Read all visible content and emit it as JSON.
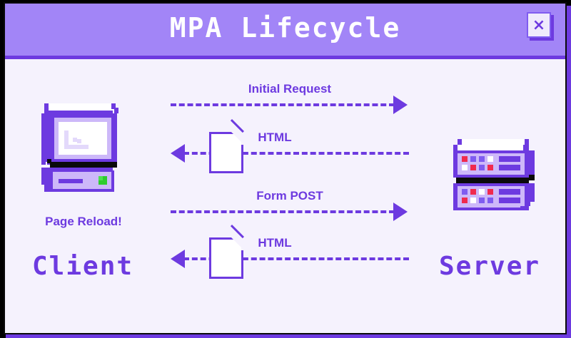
{
  "window": {
    "title": "MPA Lifecycle",
    "close_label": "×",
    "close_icon": "close-icon"
  },
  "colors": {
    "titlebar_bg": "#a285f7",
    "accent_purple": "#6d3ae0",
    "canvas_bg": "#f5f2fd",
    "icon_light": "#cdb8f9",
    "led_red": "#f02a4e",
    "led_white": "#ffffff",
    "led_purple": "#7f5cf0",
    "led_green": "#2ecc2e",
    "border_black": "#0a0a0a"
  },
  "nodes": {
    "client": {
      "label": "Client",
      "icon": "retro-computer-icon",
      "note": "Page Reload!"
    },
    "server": {
      "label": "Server",
      "icon": "server-rack-icon"
    }
  },
  "messages": [
    {
      "label": "Initial Request",
      "direction": "right",
      "has_document": false,
      "document_label": ""
    },
    {
      "label": "HTML",
      "direction": "left",
      "has_document": true,
      "document_label": "html-document-icon"
    },
    {
      "label": "Form POST",
      "direction": "right",
      "has_document": false,
      "document_label": ""
    },
    {
      "label": "HTML",
      "direction": "left",
      "has_document": true,
      "document_label": "html-document-icon"
    }
  ],
  "server_leds": {
    "top_unit": [
      [
        "red",
        "purple",
        "purple",
        "white"
      ],
      [
        "white",
        "red",
        "purple",
        "red"
      ]
    ],
    "bottom_unit": [
      [
        "purple",
        "red",
        "white",
        "red"
      ],
      [
        "red",
        "white",
        "purple",
        "purple"
      ]
    ]
  }
}
